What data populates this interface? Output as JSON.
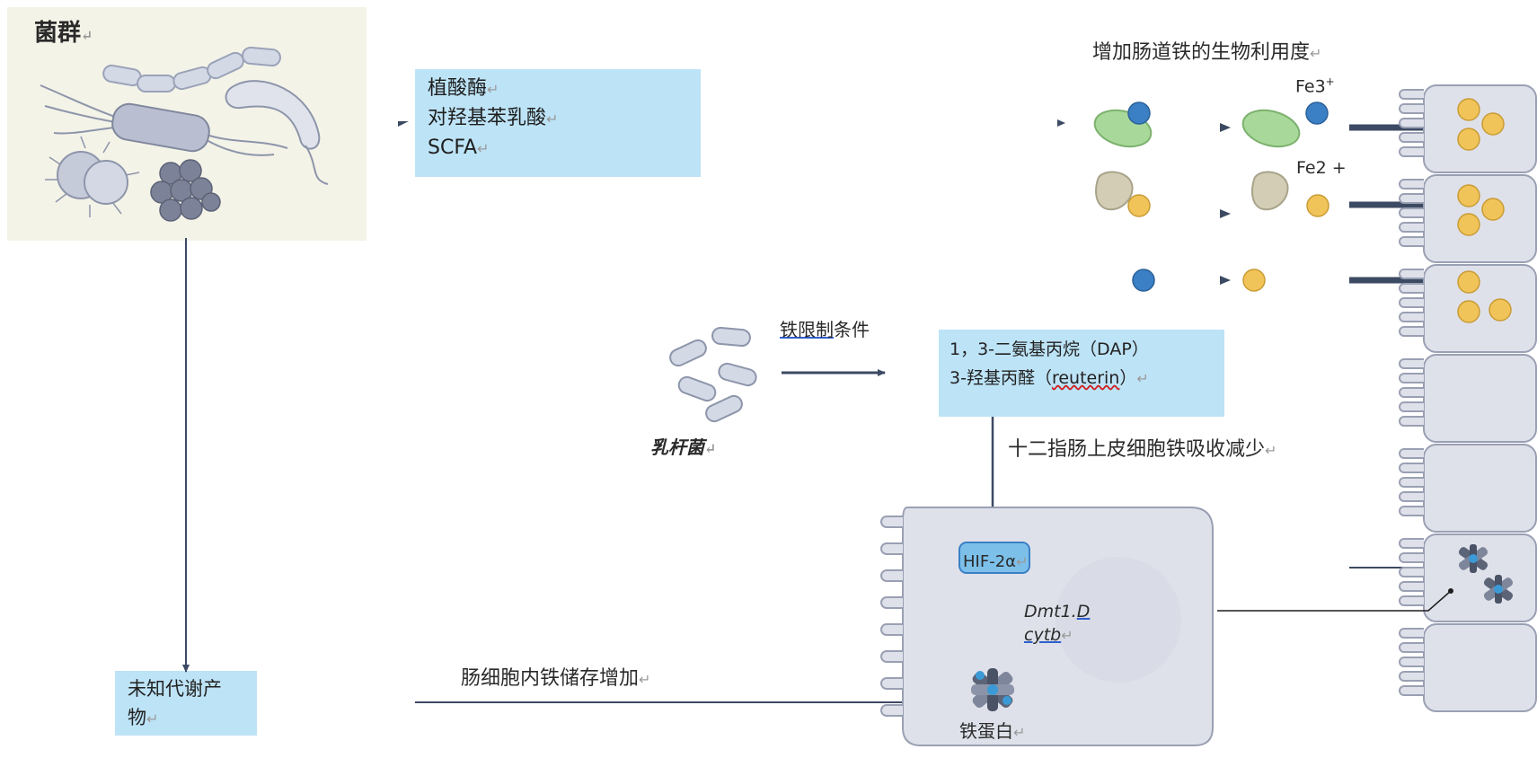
{
  "microbiota_title": "菌群",
  "box_top": {
    "lines": [
      "植酸酶",
      "对羟基苯乳酸",
      "SCFA"
    ]
  },
  "top_right_label": "增加肠道铁的生物利用度",
  "fe3_label": "Fe3",
  "fe3_sup": "+",
  "fe2_label": "Fe2 +",
  "lactobacillus_label": "乳杆菌",
  "iron_limit_prefix": "铁限制",
  "iron_limit_suffix": "条件",
  "box_mid": {
    "line1": "1，3-二氨基丙烷（DAP）",
    "line2_prefix": "3-羟基丙醛（",
    "line2_term": "reuterin",
    "line2_suffix": "）"
  },
  "duodenum_label": "十二指肠上皮细胞铁吸收减少",
  "hif_label": "HIF-2α",
  "dmt_line1_a": "Dmt1.",
  "dmt_line1_b": "D",
  "dmt_line2": "cytb",
  "box_bottom": {
    "line1": "未知代谢产",
    "line2": "物"
  },
  "storage_label": "肠细胞内铁储存增加",
  "ferritin_label": "铁蛋白",
  "paragraph_mark": "↵",
  "colors": {
    "box_fill": "#bde3f6",
    "arrow": "#3c4a63",
    "fe3_blue": "#3b7fc4",
    "fe2_yellow": "#f1c45a",
    "green_chelator": "#a8d89a",
    "beige_chelator": "#d2cdb4",
    "cell_fill": "#dfe1ea",
    "microbe_panel": "#f4f3e8"
  }
}
